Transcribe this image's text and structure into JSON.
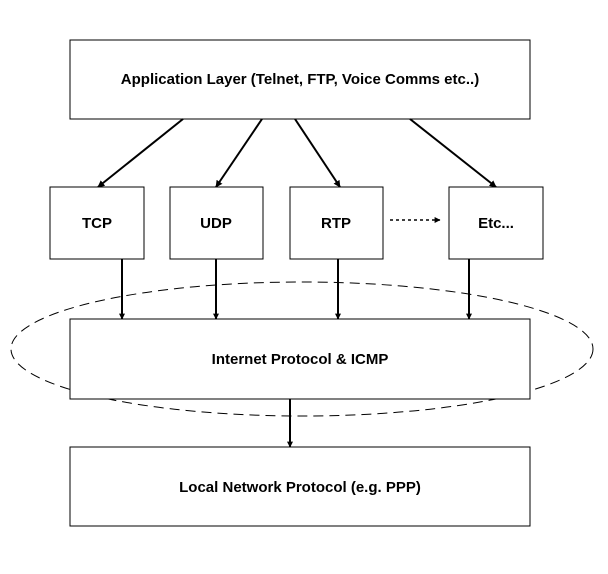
{
  "application_layer": {
    "label": "Application Layer (Telnet, FTP, Voice Comms etc..)"
  },
  "transport": {
    "tcp": "TCP",
    "udp": "UDP",
    "rtp": "RTP",
    "etc": "Etc..."
  },
  "internet_layer": {
    "label": "Internet Protocol & ICMP"
  },
  "local_network": {
    "label": "Local Network Protocol (e.g. PPP)"
  }
}
